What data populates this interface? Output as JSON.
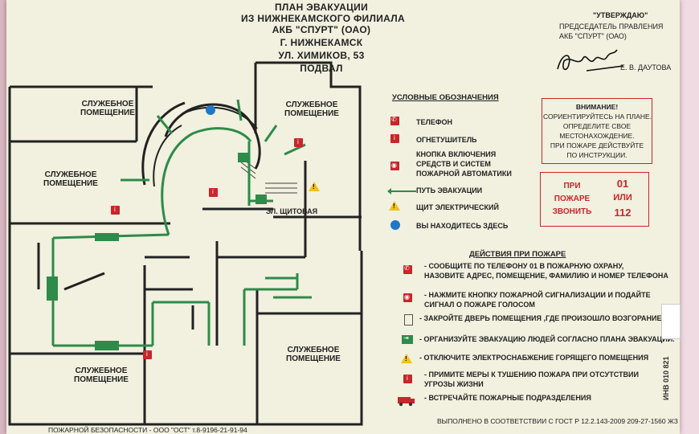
{
  "title_lines": [
    "ПЛАН ЭВАКУАЦИИ",
    "ИЗ НИЖНЕКАМСКОГО ФИЛИАЛА",
    "АКБ \"СПУРТ\" (ОАО)",
    "Г. НИЖНЕКАМСК",
    "УЛ. ХИМИКОВ, 53",
    "ПОДВАЛ"
  ],
  "approval": {
    "header": "\"УТВЕРЖДАЮ\"",
    "role": "ПРЕДСЕДАТЕЛЬ ПРАВЛЕНИЯ",
    "org": "АКБ \"СПУРТ\" (ОАО)",
    "name": "Е. В. ДАУТОВА"
  },
  "rooms": {
    "r1": "СЛУЖЕБНОЕ\nПОМЕЩЕНИЕ",
    "r2": "СЛУЖЕБНОЕ\nПОМЕЩЕНИЕ",
    "r3": "СЛУЖЕБНОЕ\nПОМЕЩЕНИЕ",
    "r4": "СЛУЖЕБНОЕ\nПОМЕЩЕНИЕ",
    "r5": "СЛУЖЕБНОЕ\nПОМЕЩЕНИЕ",
    "panel": "ЭЛ. ЩИТОВАЯ"
  },
  "legend": {
    "heading": "УСЛОВНЫЕ ОБОЗНАЧЕНИЯ",
    "items": [
      "ТЕЛЕФОН",
      "ОГНЕТУШИТЕЛЬ",
      "КНОПКА ВКЛЮЧЕНИЯ",
      "СРЕДСТВ И СИСТЕМ",
      "ПОЖАРНОЙ АВТОМАТИКИ",
      "ПУТЬ ЭВАКУАЦИИ",
      "ЩИТ ЭЛЕКТРИЧЕСКИЙ",
      "ВЫ НАХОДИТЕСЬ ЗДЕСЬ"
    ]
  },
  "attention": {
    "lines": [
      "ВНИМАНИЕ!",
      "СОРИЕНТИРУЙТЕСЬ НА ПЛАНЕ.",
      "ОПРЕДЕЛИТЕ СВОЕ",
      "МЕСТОНАХОЖДЕНИЕ.",
      "ПРИ ПОЖАРЕ ДЕЙСТВУЙТЕ",
      "ПО ИНСТРУКЦИИ."
    ]
  },
  "call": {
    "left": [
      "ПРИ",
      "ПОЖАРЕ",
      "ЗВОНИТЬ"
    ],
    "n1": "01",
    "or": "ИЛИ",
    "n2": "112"
  },
  "actions": {
    "heading": "ДЕЙСТВИЯ ПРИ ПОЖАРЕ",
    "lines": [
      "- СООБЩИТЕ ПО ТЕЛЕФОНУ 01 В ПОЖАРНУЮ ОХРАНУ,",
      "НАЗОВИТЕ АДРЕС, ПОМЕЩЕНИЕ, ФАМИЛИЮ И НОМЕР ТЕЛЕФОНА",
      "- НАЖМИТЕ КНОПКУ ПОЖАРНОЙ СИГНАЛИЗАЦИИ И ПОДАЙТЕ",
      "СИГНАЛ О ПОЖАРЕ ГОЛОСОМ",
      "- ЗАКРОЙТЕ ДВЕРЬ ПОМЕЩЕНИЯ ,ГДЕ ПРОИЗОШЛО ВОЗГОРАНИЕ",
      "- ОРГАНИЗУЙТЕ ЭВАКУАЦИЮ ЛЮДЕЙ СОГЛАСНО ПЛАНА ЭВАКУАЦИИ.",
      "- ОТКЛЮЧИТЕ ЭЛЕКТРОСНАБЖЕНИЕ ГОРЯЩЕГО ПОМЕЩЕНИЯ",
      "- ПРИМИТЕ МЕРЫ К ТУШЕНИЮ ПОЖАРА ПРИ ОТСУТСТВИИ",
      "УГРОЗЫ ЖИЗНИ",
      "- ВСТРЕЧАЙТЕ ПОЖАРНЫЕ ПОДРАЗДЕЛЕНИЯ"
    ]
  },
  "footer_right": "ВЫПОЛНЕНО В СООТВЕТСТВИИ С ГОСТ Р 12.2.143-2009  209-27-1560 ЖЗ",
  "footer_left": "ПОЖАРНОЙ БЕЗОПАСНОСТИ - ООО \"ОСТ\" т.8-9196-21-91-94",
  "inventory": "ИНВ 010 821",
  "colors": {
    "board": "#f2f0df",
    "wall": "#222222",
    "evac": "#2e8b4a",
    "accent": "#c8262b",
    "here": "#1f78c7"
  }
}
